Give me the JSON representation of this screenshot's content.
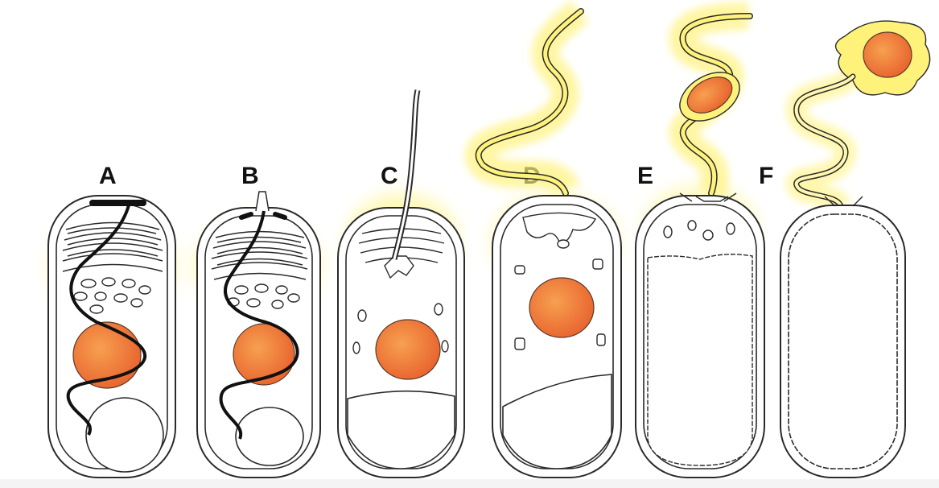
{
  "panels": [
    {
      "label": "A"
    },
    {
      "label": "B"
    },
    {
      "label": "C"
    },
    {
      "label": "D"
    },
    {
      "label": "E"
    },
    {
      "label": "F"
    }
  ],
  "colors": {
    "outline": "#2a2a2a",
    "glow": "#fff27a",
    "nucleus": "#f07a3a",
    "nucleus_edge": "#5a3a2a",
    "tube": "#1a1a1a",
    "vacuole": "#ffffff"
  }
}
